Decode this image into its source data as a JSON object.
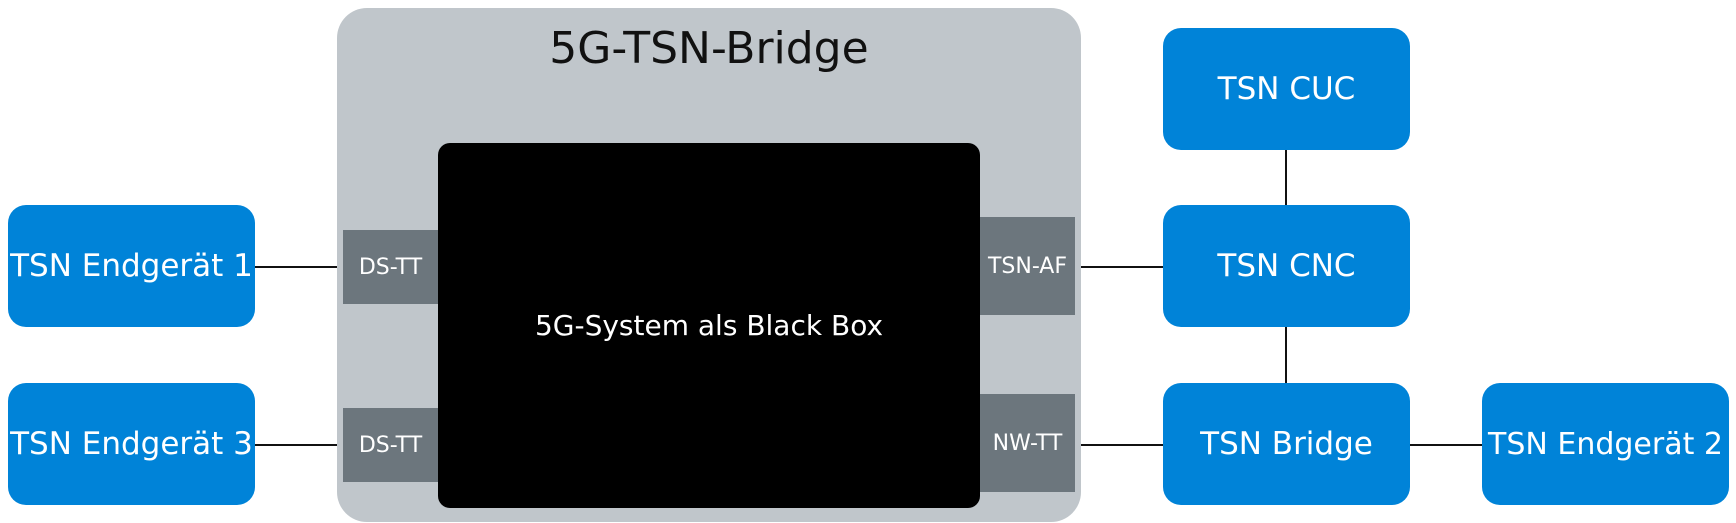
{
  "bridge": {
    "title": "5G-TSN-Bridge",
    "black_box_label": "5G-System als Black Box",
    "ports": {
      "ds_tt_1": "DS-TT",
      "ds_tt_2": "DS-TT",
      "tsn_af": "TSN-AF",
      "nw_tt": "NW-TT"
    }
  },
  "nodes": {
    "endgeraet_1": "TSN Endgerät 1",
    "endgeraet_3": "TSN Endgerät 3",
    "cuc": "TSN CUC",
    "cnc": "TSN CNC",
    "bridge": "TSN Bridge",
    "endgeraet_2": "TSN Endgerät 2"
  },
  "colors": {
    "node_blue": "#0083d8",
    "bridge_gray": "#c0c6cb",
    "port_gray": "#6c767d",
    "black_box": "#000000"
  }
}
